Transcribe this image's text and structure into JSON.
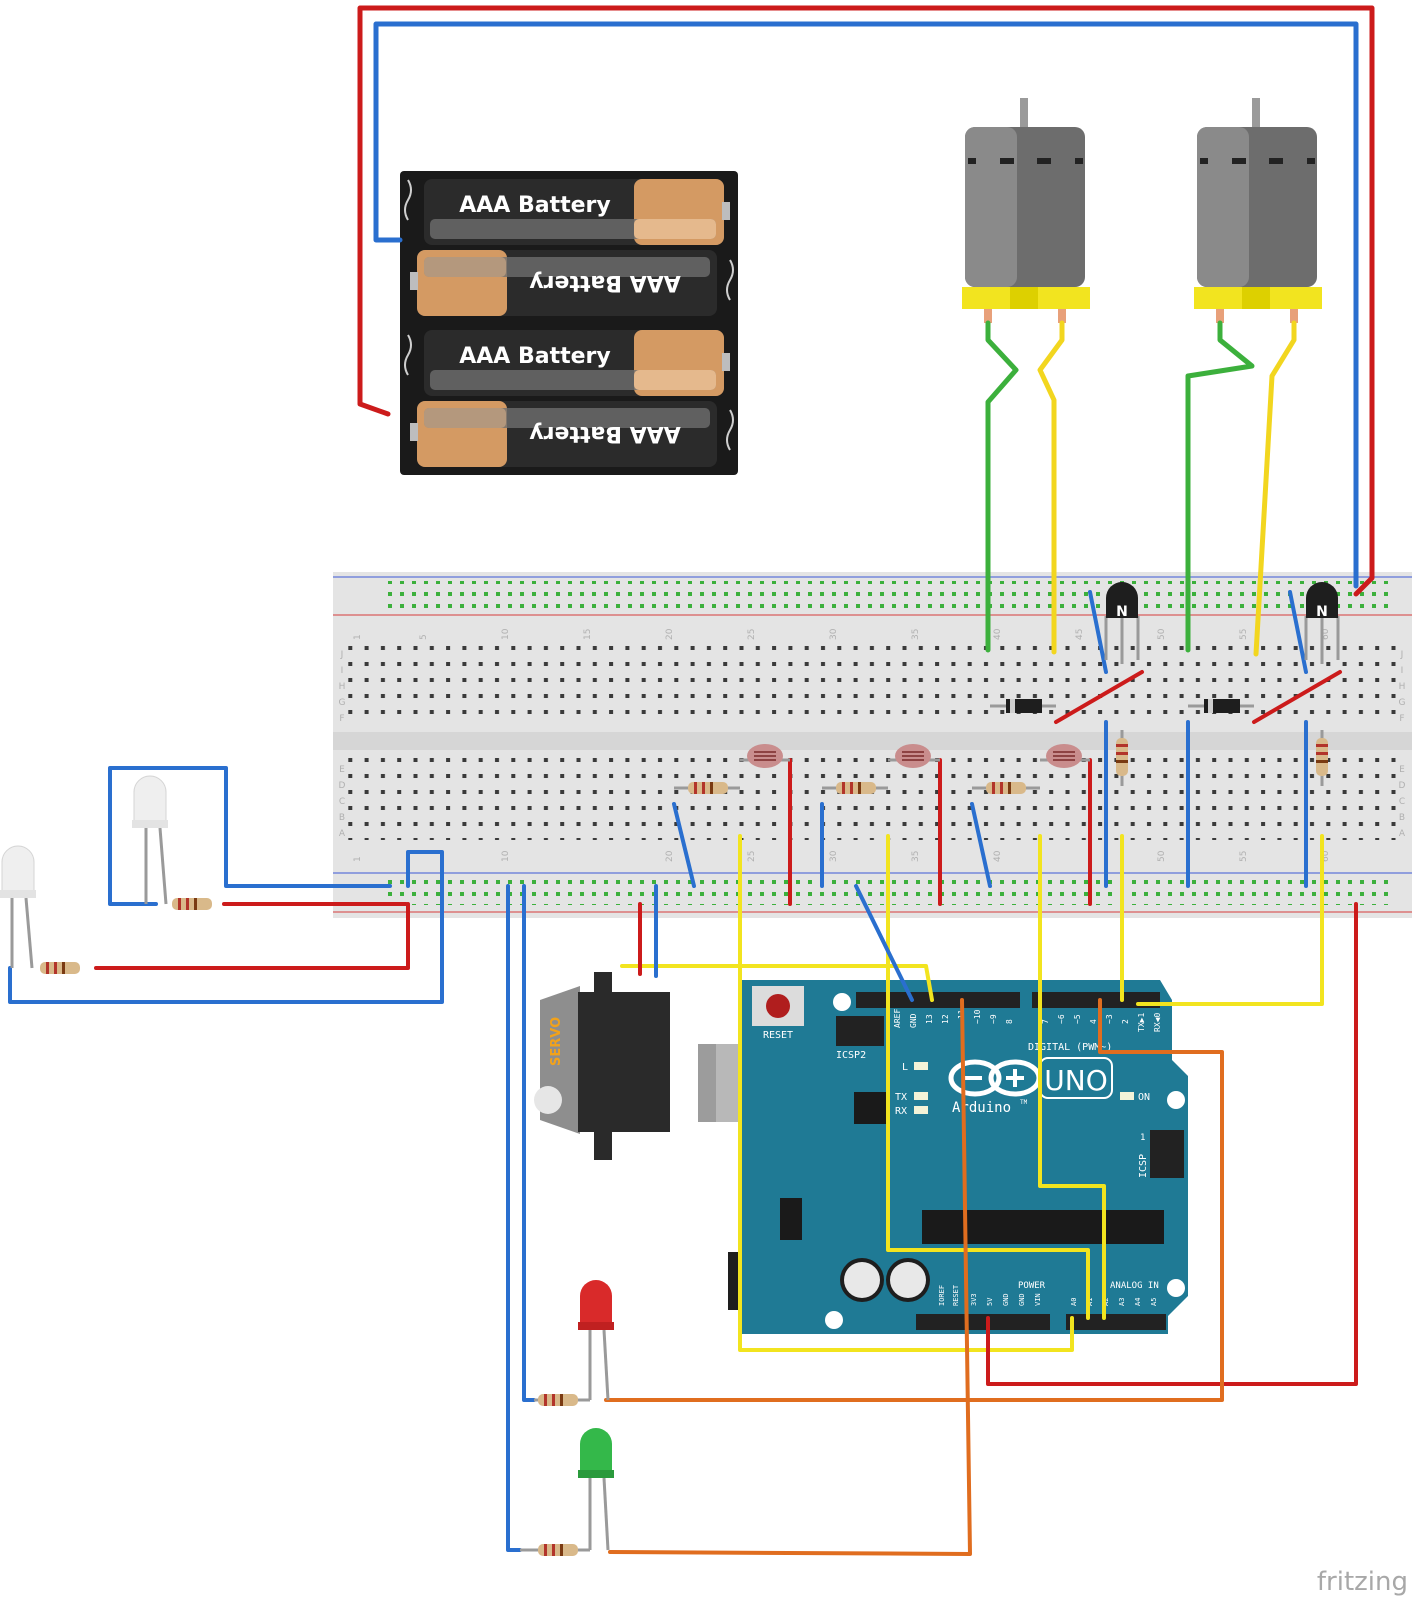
{
  "battery": {
    "labels": [
      "AAA Battery",
      "AAA Battery",
      "AAA Battery",
      "AAA Battery"
    ]
  },
  "breadboard": {
    "row_letters_top": [
      "J",
      "I",
      "H",
      "G",
      "F"
    ],
    "row_letters_bottom": [
      "E",
      "D",
      "C",
      "B",
      "A"
    ],
    "column_numbers": [
      "1",
      "5",
      "10",
      "15",
      "20",
      "25",
      "30",
      "35",
      "40",
      "45",
      "50",
      "55",
      "60"
    ]
  },
  "servo": {
    "label": "SERVO"
  },
  "arduino": {
    "reset_label": "RESET",
    "icsp2_label": "ICSP2",
    "icsp_label": "ICSP",
    "icsp_pin1": "1",
    "brand": "Arduino",
    "tm": "TM",
    "model": "UNO",
    "digital_label": "DIGITAL (PWM~)",
    "on_label": "ON",
    "led_l": "L",
    "led_tx": "TX",
    "led_rx": "RX",
    "power_label": "POWER",
    "analog_label": "ANALOG IN",
    "top_pins": [
      "AREF",
      "GND",
      "13",
      "12",
      "~11",
      "~10",
      "~9",
      "8",
      "7",
      "~6",
      "~5",
      "4",
      "~3",
      "2",
      "TX▶1",
      "RX◀0"
    ],
    "power_pins": [
      "IOREF",
      "RESET",
      "3V3",
      "5V",
      "GND",
      "GND",
      "VIN"
    ],
    "analog_pins": [
      "A0",
      "A1",
      "A2",
      "A3",
      "A4",
      "A5"
    ]
  },
  "transistor_label": "N",
  "watermark": "fritzing",
  "colors": {
    "red_wire": "#cc1b1b",
    "blue_wire": "#2a6fcf",
    "yellow_wire": "#f2e41f",
    "green_wire": "#3cb03c",
    "orange_wire": "#e06d1f",
    "arduino_blue": "#1f7a95",
    "breadboard": "#e4e4e4"
  }
}
